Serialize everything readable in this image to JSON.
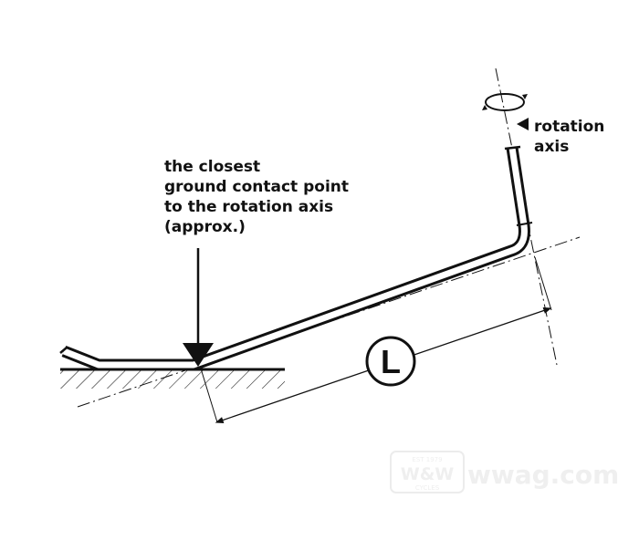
{
  "labels": {
    "contact_point": [
      "the closest",
      "ground contact point",
      "to the rotation axis",
      "(approx.)"
    ],
    "rotation_axis": [
      "rotation",
      "axis"
    ],
    "dimension": "L"
  },
  "watermark": {
    "badge_top": "EST 1979",
    "badge_main": "W&W",
    "badge_bottom": "CYCLES",
    "site": "wwag.com"
  },
  "colors": {
    "ink": "#111111",
    "watermark": "#ededed"
  }
}
